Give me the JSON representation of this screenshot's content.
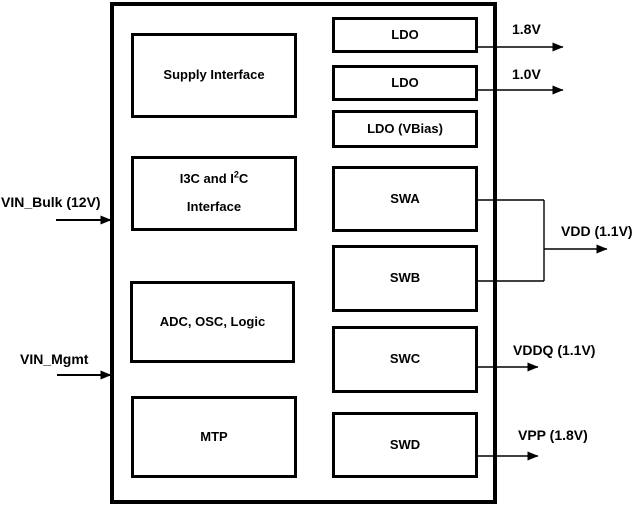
{
  "colors": {
    "line": "#000000",
    "background": "#ffffff",
    "text": "#000000"
  },
  "chip": {
    "internal_blocks_left": [
      {
        "id": "supply-interface",
        "label": "Supply Interface"
      },
      {
        "id": "i3c-i2c-interface",
        "label_line1_prefix": "I3C and I",
        "label_line1_sup": "2",
        "label_line1_suffix": "C",
        "label_line2": "Interface"
      },
      {
        "id": "adc-osc-logic",
        "label": "ADC, OSC, Logic"
      },
      {
        "id": "mtp",
        "label": "MTP"
      }
    ],
    "internal_blocks_right": [
      {
        "id": "ldo-1",
        "label": "LDO"
      },
      {
        "id": "ldo-2",
        "label": "LDO"
      },
      {
        "id": "ldo-vbias",
        "label": "LDO (VBias)"
      },
      {
        "id": "swa",
        "label": "SWA"
      },
      {
        "id": "swb",
        "label": "SWB"
      },
      {
        "id": "swc",
        "label": "SWC"
      },
      {
        "id": "swd",
        "label": "SWD"
      }
    ]
  },
  "inputs": [
    {
      "id": "vin-bulk",
      "label": "VIN_Bulk (12V)"
    },
    {
      "id": "vin-mgmt",
      "label": "VIN_Mgmt"
    }
  ],
  "outputs": [
    {
      "id": "out-1v8",
      "label": "1.8V"
    },
    {
      "id": "out-1v0",
      "label": "1.0V"
    },
    {
      "id": "out-vdd",
      "label": "VDD (1.1V)"
    },
    {
      "id": "out-vddq",
      "label": "VDDQ (1.1V)"
    },
    {
      "id": "out-vpp",
      "label": "VPP (1.8V)"
    }
  ]
}
